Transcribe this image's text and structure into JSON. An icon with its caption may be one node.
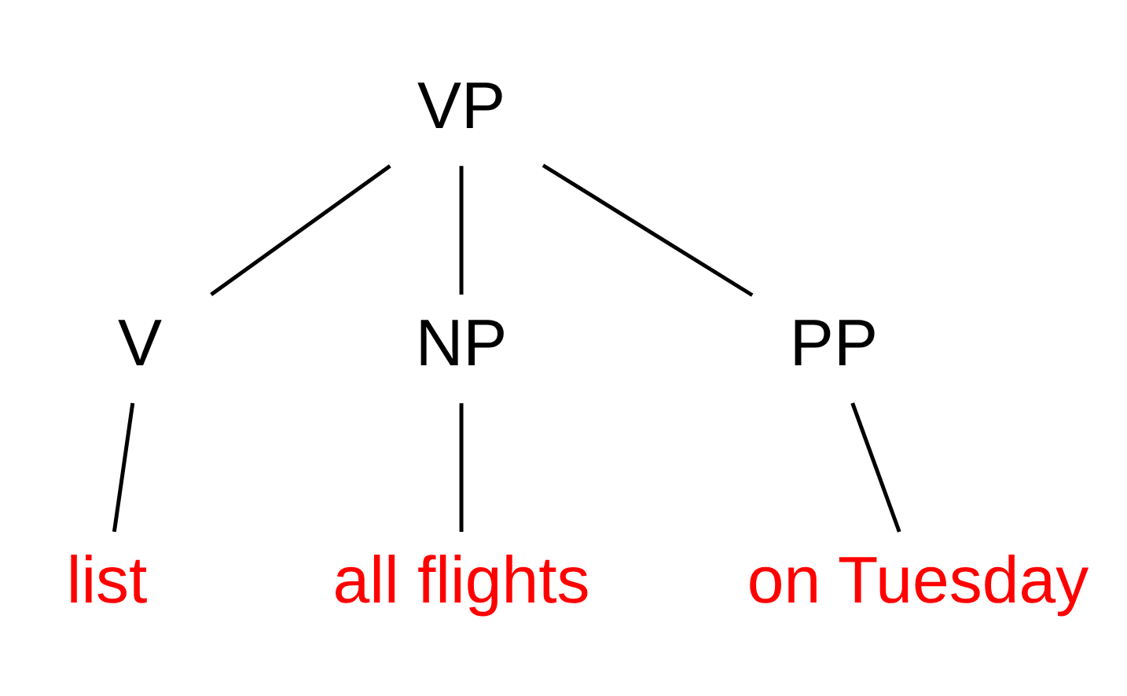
{
  "diagram": {
    "nodes": [
      {
        "text": [
          "VP"
        ]
      },
      {
        "text": [
          "V"
        ]
      },
      {
        "text": [
          "NP"
        ]
      },
      {
        "text": [
          "PP"
        ]
      },
      {
        "text": [
          "list"
        ]
      },
      {
        "text": [
          "all flights"
        ]
      },
      {
        "text": [
          "on Tuesday"
        ]
      }
    ],
    "edges": [
      {
        "from": 0,
        "to": 1,
        "arrow": "none"
      },
      {
        "from": 0,
        "to": 2,
        "arrow": "none"
      },
      {
        "from": 0,
        "to": 3,
        "arrow": "none"
      },
      {
        "from": 1,
        "to": 4,
        "arrow": "none"
      },
      {
        "from": 2,
        "to": 5,
        "arrow": "none"
      },
      {
        "from": 3,
        "to": 6,
        "arrow": "none"
      }
    ]
  }
}
